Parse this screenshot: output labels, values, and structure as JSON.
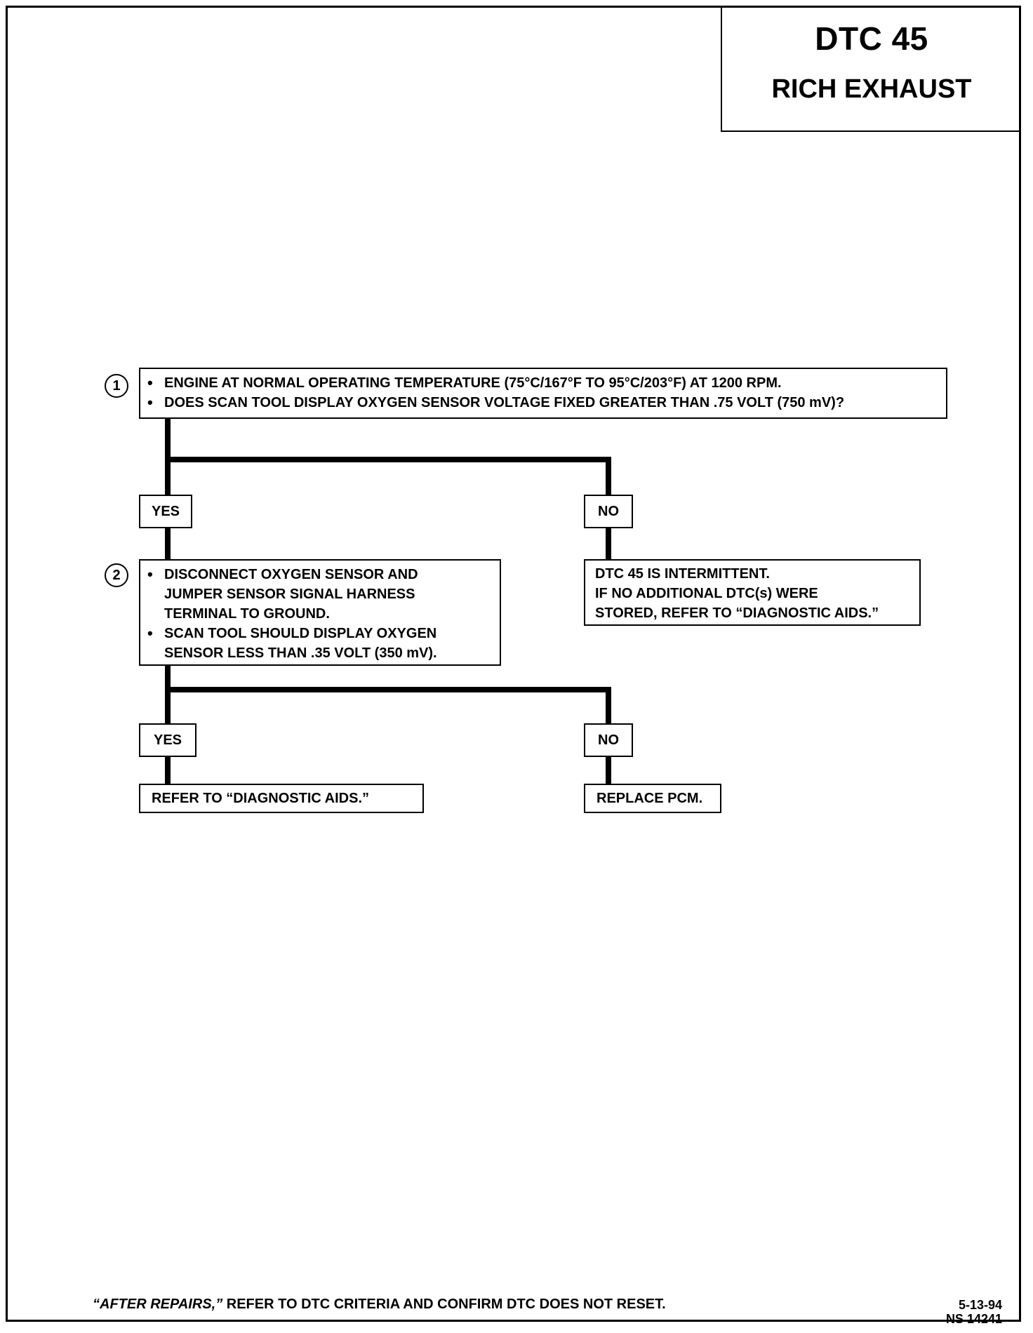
{
  "title": {
    "code": "DTC 45",
    "subtitle": "RICH EXHAUST"
  },
  "step1": {
    "number": "1",
    "bullets": [
      "ENGINE AT NORMAL OPERATING TEMPERATURE (75°C/167°F TO 95°C/203°F) AT 1200 RPM.",
      "DOES SCAN TOOL DISPLAY OXYGEN SENSOR VOLTAGE FIXED GREATER THAN .75 VOLT (750 mV)?"
    ],
    "yes_label": "YES",
    "no_label": "NO",
    "no_result": [
      "DTC 45 IS INTERMITTENT.",
      "IF NO ADDITIONAL DTC(s) WERE",
      "STORED, REFER TO “DIAGNOSTIC AIDS.”"
    ]
  },
  "step2": {
    "number": "2",
    "bullets": [
      [
        "DISCONNECT OXYGEN SENSOR AND",
        "JUMPER SENSOR SIGNAL HARNESS",
        "TERMINAL TO GROUND."
      ],
      [
        "SCAN TOOL SHOULD DISPLAY OXYGEN",
        "SENSOR LESS THAN .35 VOLT (350 mV)."
      ]
    ],
    "yes_label": "YES",
    "no_label": "NO",
    "yes_result": "REFER TO “DIAGNOSTIC AIDS.”",
    "no_result": "REPLACE PCM."
  },
  "footer": {
    "note_emphasis": "“AFTER REPAIRS,”",
    "note_rest": " REFER TO DTC CRITERIA AND CONFIRM DTC DOES NOT RESET.",
    "date": "5-13-94",
    "doc_number": "NS 14241"
  }
}
